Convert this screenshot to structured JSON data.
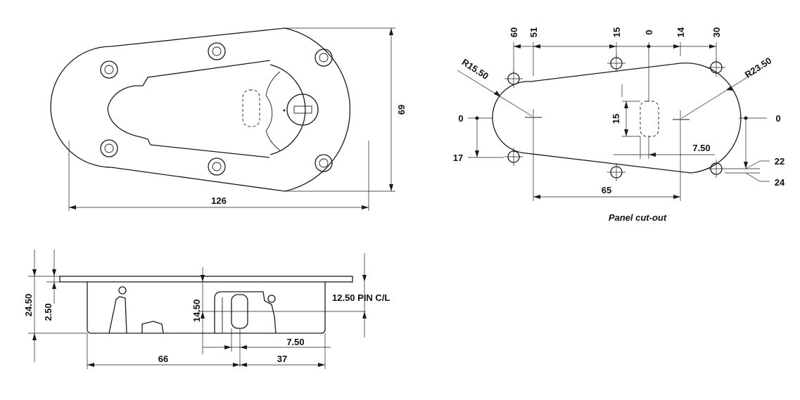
{
  "top_view": {
    "width_label": "126",
    "height_label": "69"
  },
  "cutout_view": {
    "top_labels": [
      "60",
      "51",
      "15",
      "0",
      "14",
      "30"
    ],
    "radius_left_label": "R15.50",
    "radius_right_label": "R23.50",
    "left_zero_label": "0",
    "right_zero_label": "0",
    "left_17_label": "17",
    "slot_height_label": "15",
    "slot_offset_label": "7.50",
    "width_65_label": "65",
    "right_22_label": "22",
    "right_24_label": "24",
    "caption": "Panel cut-out"
  },
  "side_view": {
    "overall_height_label": "24.50",
    "flange_label": "2.50",
    "pin_height_label": "14.50",
    "pin_cl_label": "12.50 PIN C/L",
    "offset_label": "7.50",
    "left_width_label": "66",
    "right_width_label": "37"
  }
}
